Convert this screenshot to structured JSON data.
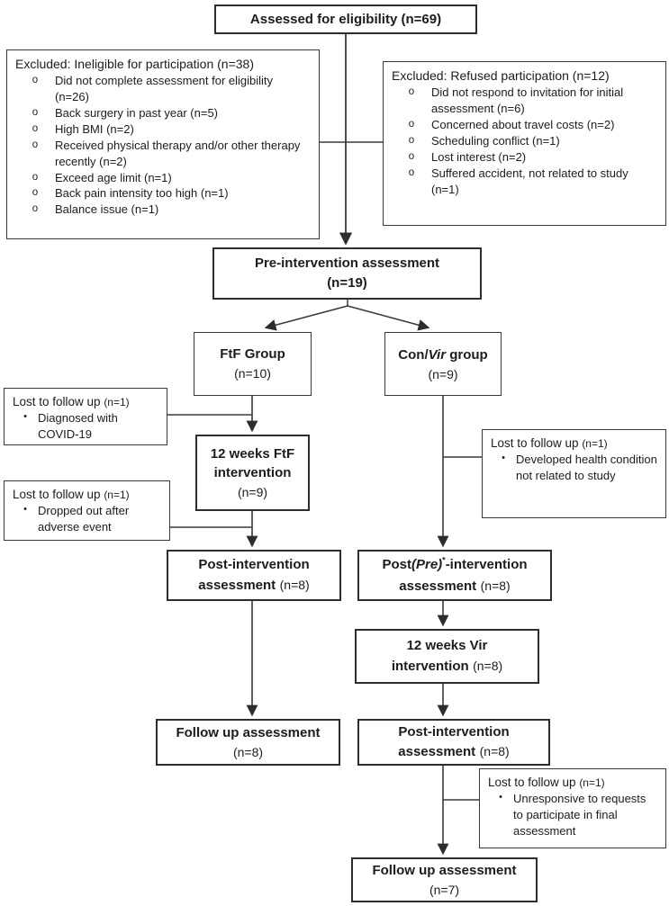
{
  "markers": {
    "hollow_bullet": "o",
    "filled_bullet": "•"
  },
  "diagram": {
    "assessed": {
      "label": "Assessed for eligibility (n=69)"
    },
    "excluded_ineligible": {
      "title": "Excluded: Ineligible for participation (n=38)",
      "items": [
        "Did not complete assessment for eligibility (n=26)",
        "Back surgery in past year (n=5)",
        "High BMI (n=2)",
        "Received physical therapy and/or other therapy recently (n=2)",
        "Exceed age limit (n=1)",
        "Back pain intensity too high (n=1)",
        "Balance issue (n=1)"
      ]
    },
    "excluded_refused": {
      "title": "Excluded: Refused participation (n=12)",
      "items": [
        "Did not respond to invitation for initial assessment (n=6)",
        "Concerned about travel costs (n=2)",
        "Scheduling conflict (n=1)",
        "Lost interest (n=2)",
        "Suffered accident, not related to study (n=1)"
      ]
    },
    "pre_intervention": {
      "line1": "Pre-intervention assessment",
      "line2": "(n=19)"
    },
    "ftf_group": {
      "title": "FtF Group",
      "n": "(n=10)"
    },
    "convir_group": {
      "t1": "Con/",
      "t2": "Vir",
      "t3": " group",
      "n": "(n=9)"
    },
    "lost_covid": {
      "title": "Lost to follow up ",
      "n": "(n=1)",
      "item": "Diagnosed with COVID-19"
    },
    "ftf_intervention": {
      "line1": "12 weeks FtF",
      "line2": "intervention",
      "n": "(n=9)"
    },
    "lost_adverse": {
      "title": "Lost to follow up ",
      "n": "(n=1)",
      "item": "Dropped out after adverse event"
    },
    "lost_health": {
      "title": "Lost to follow up ",
      "n": "(n=1)",
      "item": "Developed health condition not related to study"
    },
    "post_ftf": {
      "line1": "Post-intervention",
      "line2": "assessment",
      "n": "(n=8)"
    },
    "post_pre_vir": {
      "p1": "Post",
      "p2": "(Pre)",
      "star": "*",
      "p3": "-intervention",
      "line2": "assessment",
      "n": "(n=8)"
    },
    "vir_intervention": {
      "line1": "12 weeks Vir",
      "line2": "intervention",
      "n": "(n=8)"
    },
    "followup_ftf": {
      "line1": "Follow up assessment",
      "n": "(n=8)"
    },
    "post_vir": {
      "line1": "Post-intervention",
      "line2": "assessment",
      "n": "(n=8)"
    },
    "lost_unresponsive": {
      "title": "Lost to follow up ",
      "n": "(n=1)",
      "item": "Unresponsive to requests to participate in final assessment"
    },
    "followup_final": {
      "line1": "Follow up assessment",
      "n": "(n=7)"
    }
  }
}
